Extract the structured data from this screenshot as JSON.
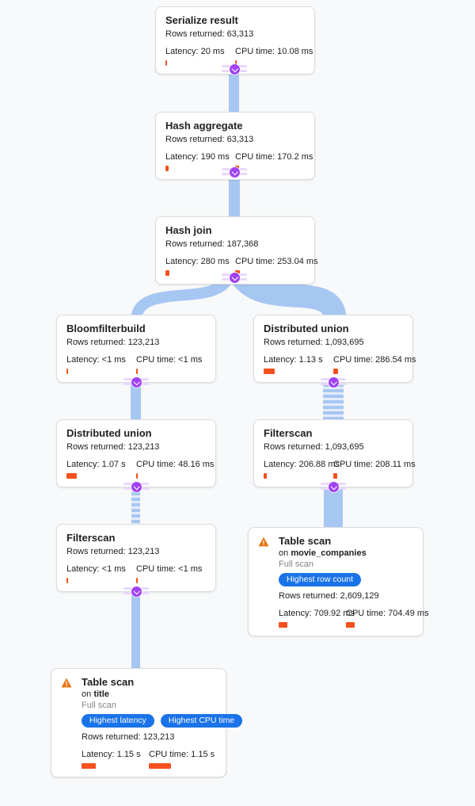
{
  "colors": {
    "background": "#f8f9fa",
    "edge_blue": "#a7c7f3",
    "connector_purple": "#a142f4",
    "metric_bar_orange": "#f4511e",
    "badge_blue": "#1a73e8",
    "warning_orange": "#e8710a"
  },
  "icons": {
    "connector": "chevron-down-icon",
    "table_scan_warning": "warning-triangle-icon"
  },
  "nodes": [
    {
      "title": "Serialize result",
      "rows": "Rows returned: 63,313",
      "latency": "Latency: 20 ms",
      "latency_bar": 2,
      "cpu": "CPU time: 10.08 ms",
      "cpu_bar": 2
    },
    {
      "title": "Hash aggregate",
      "rows": "Rows returned: 63,313",
      "latency": "Latency: 190 ms",
      "latency_bar": 4,
      "cpu": "CPU time: 170.2 ms",
      "cpu_bar": 5
    },
    {
      "title": "Hash join",
      "rows": "Rows returned: 187,368",
      "latency": "Latency: 280 ms",
      "latency_bar": 5,
      "cpu": "CPU time: 253.04 ms",
      "cpu_bar": 6
    },
    {
      "title": "Bloomfilterbuild",
      "rows": "Rows returned: 123,213",
      "latency": "Latency: <1 ms",
      "latency_bar": 2,
      "cpu": "CPU time: <1 ms",
      "cpu_bar": 2
    },
    {
      "title": "Distributed union",
      "rows": "Rows returned: 123,213",
      "latency": "Latency: 1.07 s",
      "latency_bar": 13,
      "cpu": "CPU time: 48.16 ms",
      "cpu_bar": 2
    },
    {
      "title": "Filterscan",
      "rows": "Rows returned: 123,213",
      "latency": "Latency: <1 ms",
      "latency_bar": 2,
      "cpu": "CPU time: <1 ms",
      "cpu_bar": 2
    },
    {
      "title": "Table scan",
      "on_prefix": "on",
      "table": "title",
      "scan_type": "Full scan",
      "badges": [
        "Highest latency",
        "Highest CPU time"
      ],
      "rows": "Rows returned: 123,213",
      "latency": "Latency: 1.15 s",
      "latency_bar": 18,
      "cpu": "CPU time: 1.15 s",
      "cpu_bar": 28
    },
    {
      "title": "Distributed union",
      "rows": "Rows returned: 1,093,695",
      "latency": "Latency: 1.13 s",
      "latency_bar": 14,
      "cpu": "CPU time: 286.54 ms",
      "cpu_bar": 6
    },
    {
      "title": "Filterscan",
      "rows": "Rows returned: 1,093,695",
      "latency": "Latency: 206.88 ms",
      "latency_bar": 4,
      "cpu": "CPU time: 208.11 ms",
      "cpu_bar": 5
    },
    {
      "title": "Table scan",
      "on_prefix": "on",
      "table": "movie_companies",
      "scan_type": "Full scan",
      "badges": [
        "Highest row count"
      ],
      "rows": "Rows returned: 2,609,129",
      "latency": "Latency: 709.92 ms",
      "latency_bar": 11,
      "cpu": "CPU time: 704.49 ms",
      "cpu_bar": 11
    }
  ]
}
